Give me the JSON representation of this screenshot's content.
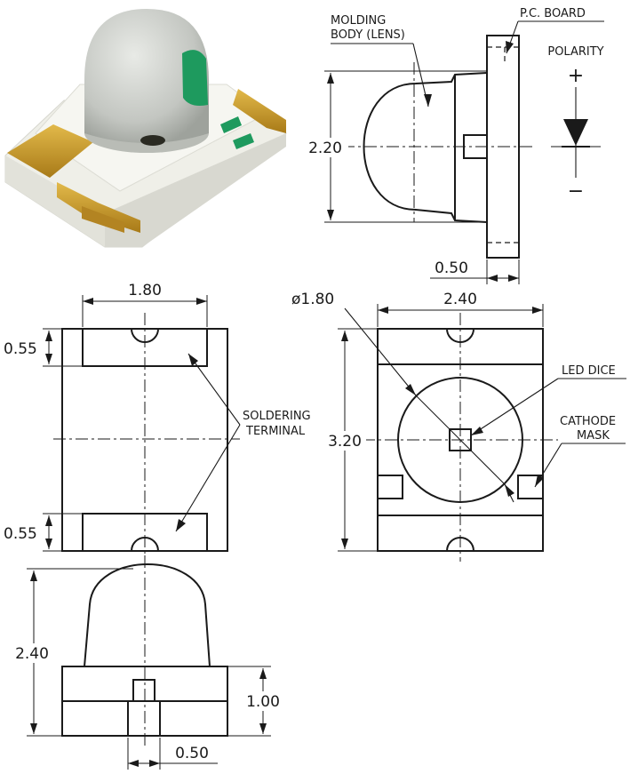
{
  "labels": {
    "molding_body_1": "MOLDING",
    "molding_body_2": "BODY (LENS)",
    "pc_board": "P.C. BOARD",
    "polarity": "POLARITY",
    "plus": "+",
    "minus": "−",
    "soldering_terminal_1": "SOLDERING",
    "soldering_terminal_2": "TERMINAL",
    "led_dice": "LED DICE",
    "cathode_mask_1": "CATHODE",
    "cathode_mask_2": "MASK"
  },
  "dimensions": {
    "side_height": "2.20",
    "side_board_thickness": "0.50",
    "bottom_pad_width": "1.80",
    "bottom_pad_top": "0.55",
    "bottom_pad_bottom": "0.55",
    "top_width": "2.40",
    "top_length": "3.20",
    "lens_diameter": "ø1.80",
    "front_total_height": "2.40",
    "front_body_height": "1.00",
    "front_terminal_width": "0.50"
  },
  "colors": {
    "line": "#1a1a1a",
    "body_white": "#f4f4ee",
    "lens": "#c9cbc6",
    "gold": "#c79a2c",
    "green_mark": "#1e9a5e"
  }
}
